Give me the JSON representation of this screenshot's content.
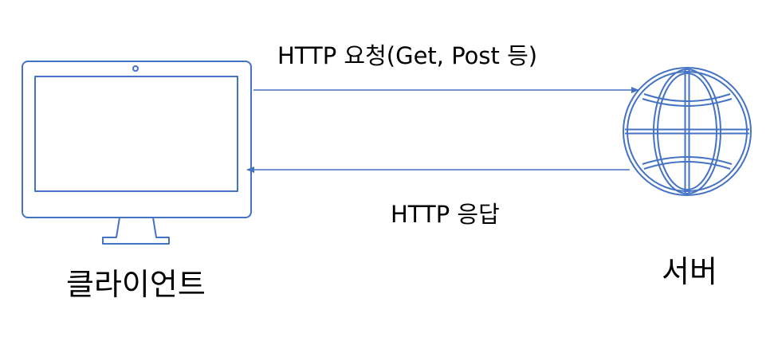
{
  "labels": {
    "request": "HTTP 요청(Get, Post 등)",
    "response": "HTTP 응답",
    "client": "클라이언트",
    "server": "서버"
  },
  "icons": {
    "client": "monitor-icon",
    "server": "globe-icon"
  },
  "colors": {
    "stroke": "#4472C4",
    "text": "#000000"
  }
}
